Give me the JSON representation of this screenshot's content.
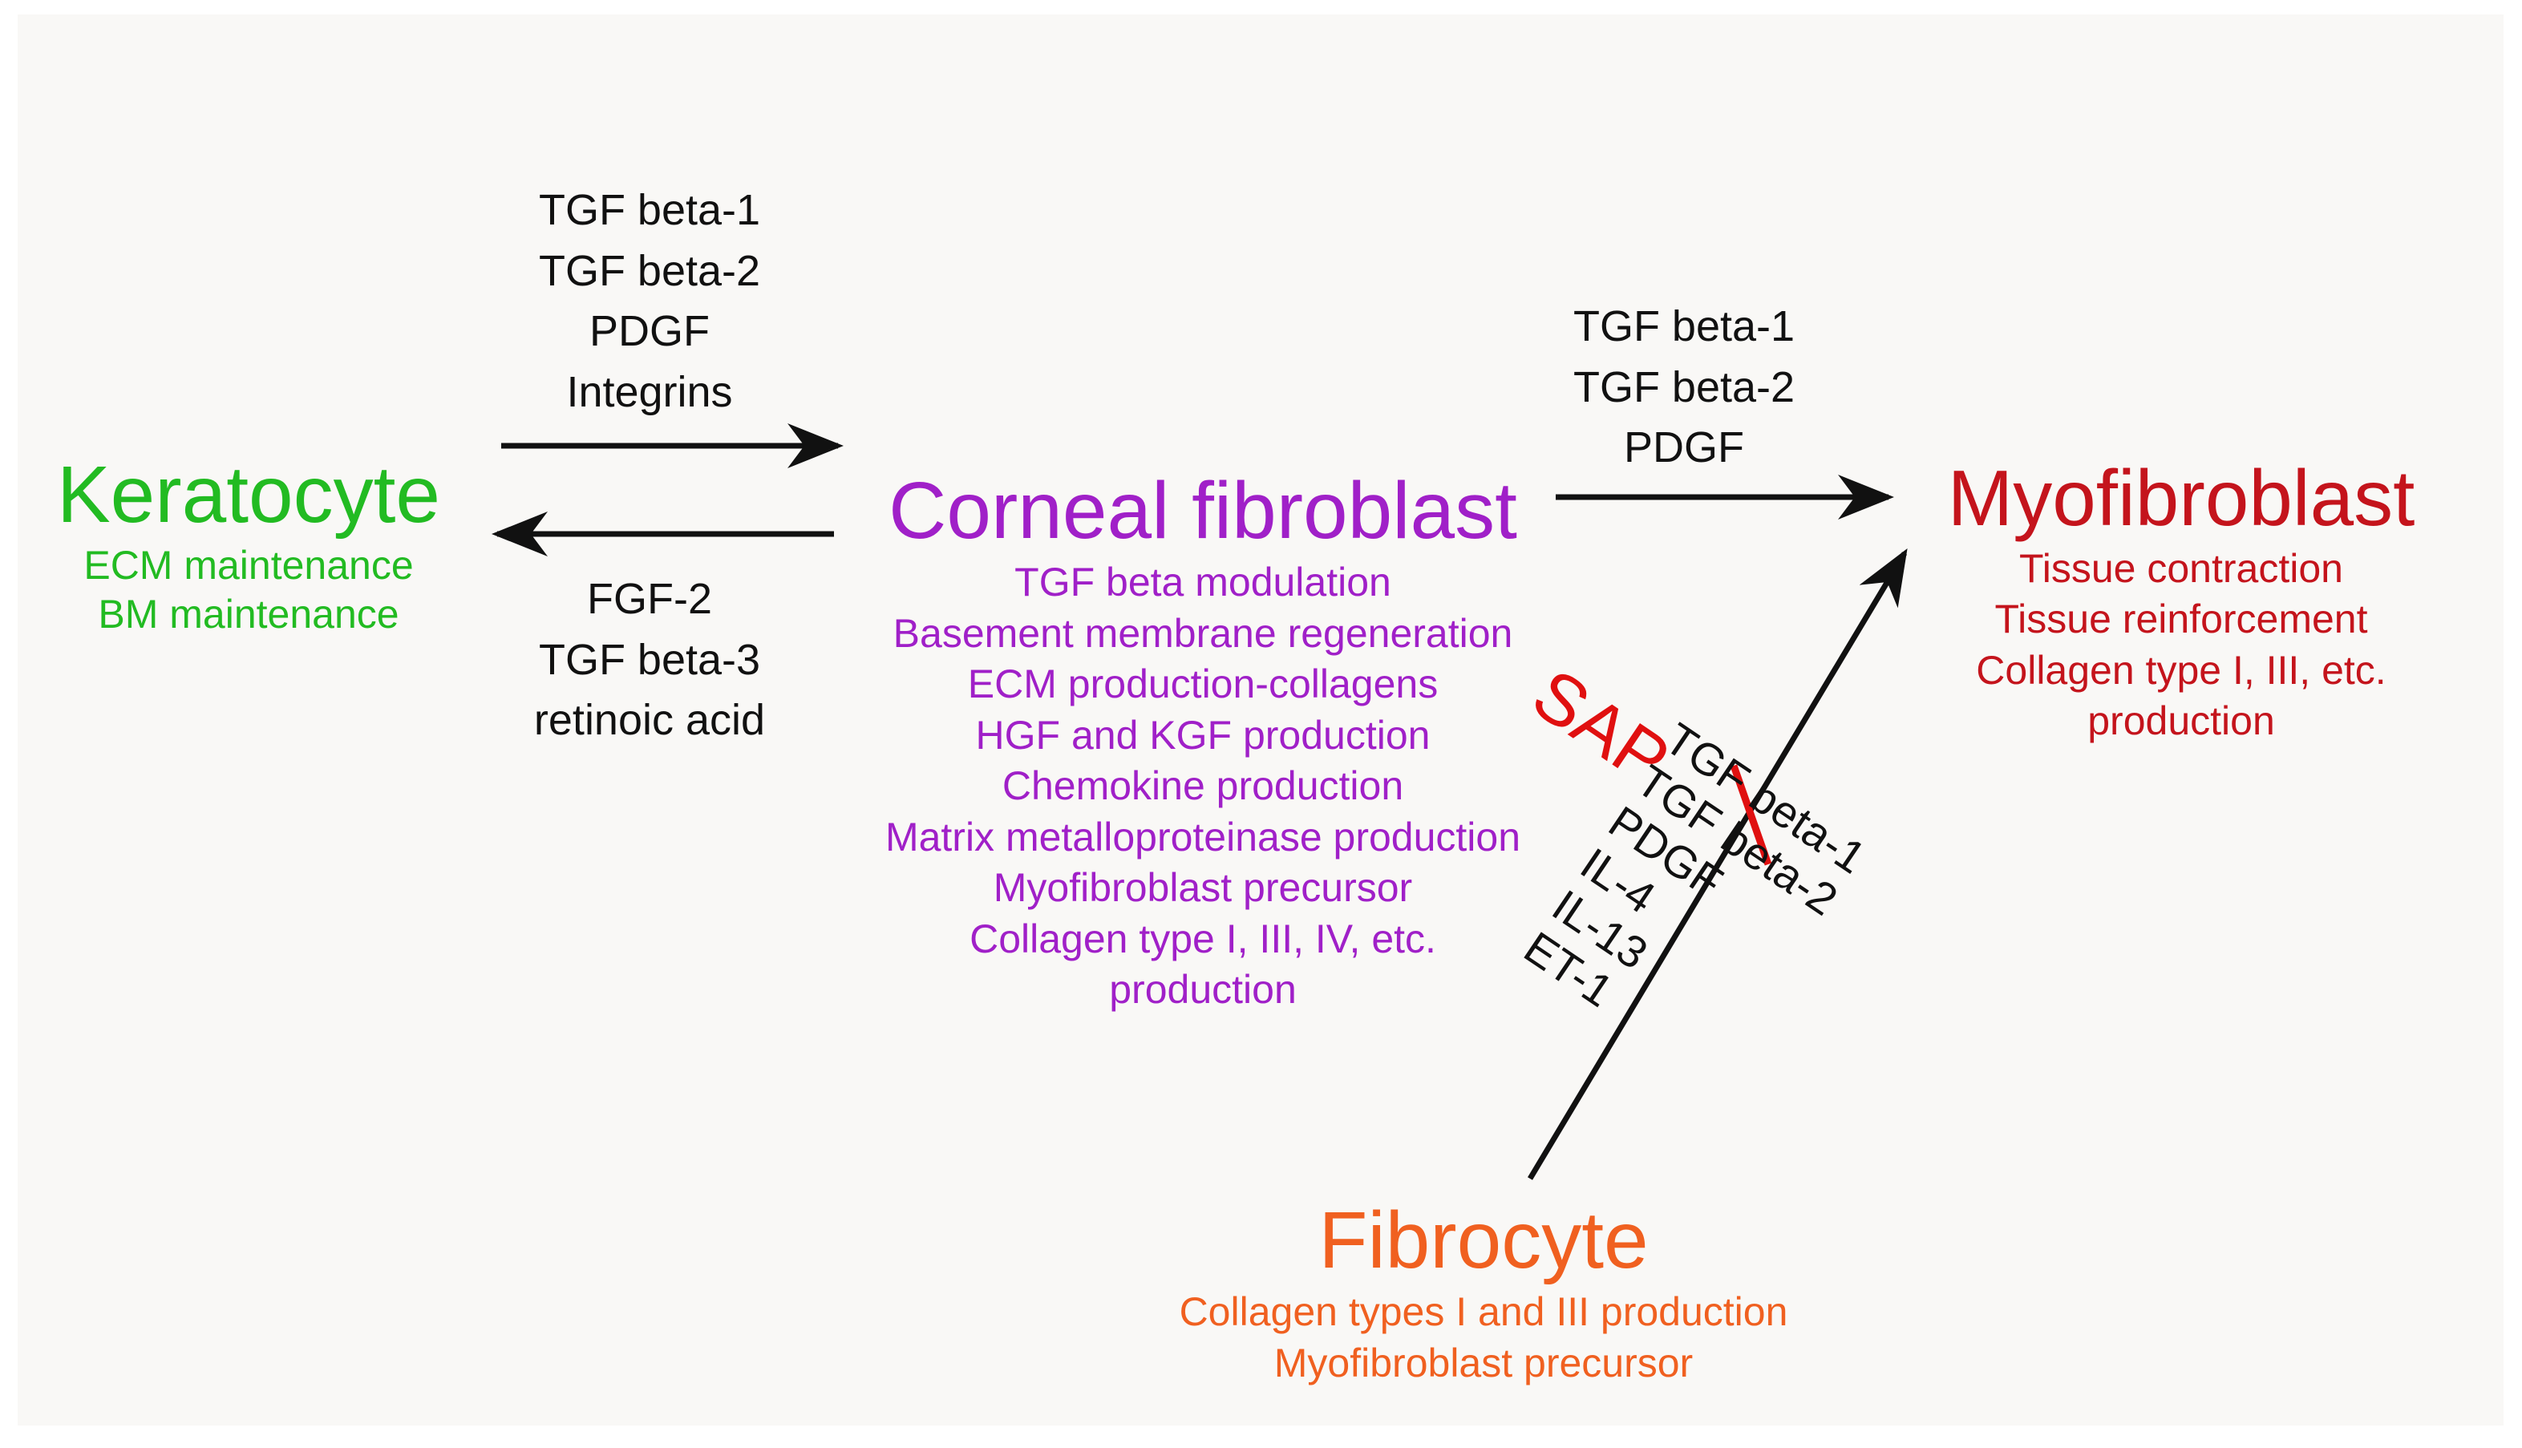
{
  "colors": {
    "keratocyte": "#22bb22",
    "fibroblast": "#a020c8",
    "myofibroblast": "#c4141c",
    "fibrocyte": "#f06020",
    "sap": "#e01010",
    "arrow": "#111111"
  },
  "keratocyte": {
    "title": "Keratocyte",
    "lines": [
      "ECM maintenance",
      "BM maintenance"
    ]
  },
  "fibroblast": {
    "title": "Corneal fibroblast",
    "lines": [
      "TGF beta modulation",
      "Basement membrane regeneration",
      "ECM production-collagens",
      "HGF and KGF production",
      "Chemokine production",
      "Matrix metalloproteinase production",
      "Myofibroblast precursor",
      "Collagen type I, III, IV, etc.",
      "production"
    ]
  },
  "myofibroblast": {
    "title": "Myofibroblast",
    "lines": [
      "Tissue contraction",
      "Tissue reinforcement",
      "Collagen type I, III, etc.",
      "production"
    ]
  },
  "fibrocyte": {
    "title": "Fibrocyte",
    "lines": [
      "Collagen types I and III production",
      "Myofibroblast precursor"
    ]
  },
  "signals": {
    "keratocyte_to_fibroblast": [
      "TGF beta-1",
      "TGF beta-2",
      "PDGF",
      "Integrins"
    ],
    "fibroblast_to_keratocyte": [
      "FGF-2",
      "TGF beta-3",
      "retinoic acid"
    ],
    "fibroblast_to_myofibroblast": [
      "TGF beta-1",
      "TGF beta-2",
      "PDGF"
    ],
    "fibrocyte_to_myofibroblast": [
      "TGF beta-1",
      "TGF beta-2",
      "PDGF",
      "IL-4",
      "IL-13",
      "ET-1"
    ]
  },
  "sap": "SAP"
}
